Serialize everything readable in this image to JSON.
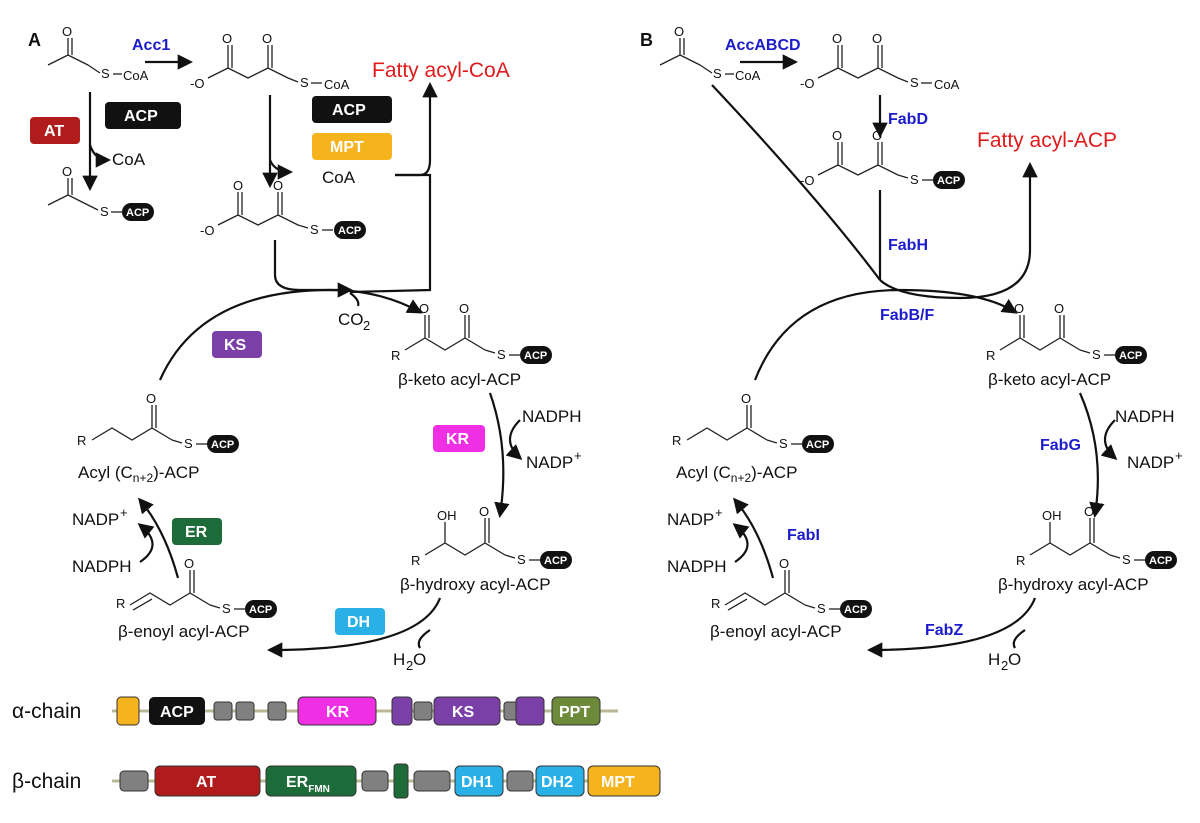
{
  "panel_a": {
    "letter": "A",
    "acetyl_coa_label": "S",
    "coa_label": "CoA",
    "enzyme_acc": "Acc1",
    "malonyl_coa_label": "S",
    "product": "Fatty acyl-CoA",
    "at_label": "AT",
    "acp_label": "ACP",
    "acp_label_2": "ACP",
    "mpt_label": "MPT",
    "coa_release_1": "CoA",
    "coa_release_2": "CoA",
    "co2": "CO",
    "co2_sub": "2",
    "ks_label": "KS",
    "kr_label": "KR",
    "er_label": "ER",
    "dh_label": "DH",
    "beta_keto": "β-keto acyl-ACP",
    "beta_hydroxy": "β-hydroxy acyl-ACP",
    "beta_enoyl": "β-enoyl acyl-ACP",
    "acyl_prefix": "Acyl (C",
    "acyl_sub": "n+2",
    "acyl_suffix": ")-ACP",
    "nadph_1": "NADPH",
    "nadp_1": "NADP",
    "nadph_2": "NADPH",
    "nadp_2": "NADP",
    "h2o": "H",
    "h2o_sub": "2",
    "h2o_end": "O",
    "r": "R",
    "oh": "OH",
    "o": "O",
    "minus_o": "-O",
    "pill": "ACP"
  },
  "panel_b": {
    "letter": "B",
    "enzyme_acc": "AccABCD",
    "enzyme_fabd": "FabD",
    "enzyme_fabh": "FabH",
    "enzyme_fabbf": "FabB/F",
    "enzyme_fabg": "FabG",
    "enzyme_fabi": "FabI",
    "enzyme_fabz": "FabZ",
    "product": "Fatty acyl-ACP",
    "coa_label": "CoA",
    "beta_keto": "β-keto acyl-ACP",
    "beta_hydroxy": "β-hydroxy acyl-ACP",
    "beta_enoyl": "β-enoyl acyl-ACP",
    "acyl_prefix": "Acyl (C",
    "acyl_sub": "n+2",
    "acyl_suffix": ")-ACP",
    "nadph_1": "NADPH",
    "nadp_1": "NADP",
    "nadph_2": "NADPH",
    "nadp_2": "NADP",
    "h2o": "H",
    "h2o_sub": "2",
    "h2o_end": "O"
  },
  "chains": {
    "alpha_label": "α-chain",
    "alpha_acp": "ACP",
    "alpha_kr": "KR",
    "alpha_ks": "KS",
    "alpha_ppt": "PPT",
    "beta_label": "β-chain",
    "beta_at": "AT",
    "beta_er": "ER",
    "beta_er_sub": "FMN",
    "beta_dh1": "DH1",
    "beta_dh2": "DH2",
    "beta_mpt": "MPT"
  },
  "colors": {
    "at": "#b01c1c",
    "acp": "#111111",
    "mpt": "#f5b31e",
    "ks": "#7b3fa8",
    "kr": "#f02ee4",
    "er": "#1e6b3a",
    "dh": "#29b0e6",
    "ppt": "#6d8a3a",
    "linker": "#808080",
    "enzyme_text": "#1c1ccc",
    "product_text": "#e01b1b"
  }
}
